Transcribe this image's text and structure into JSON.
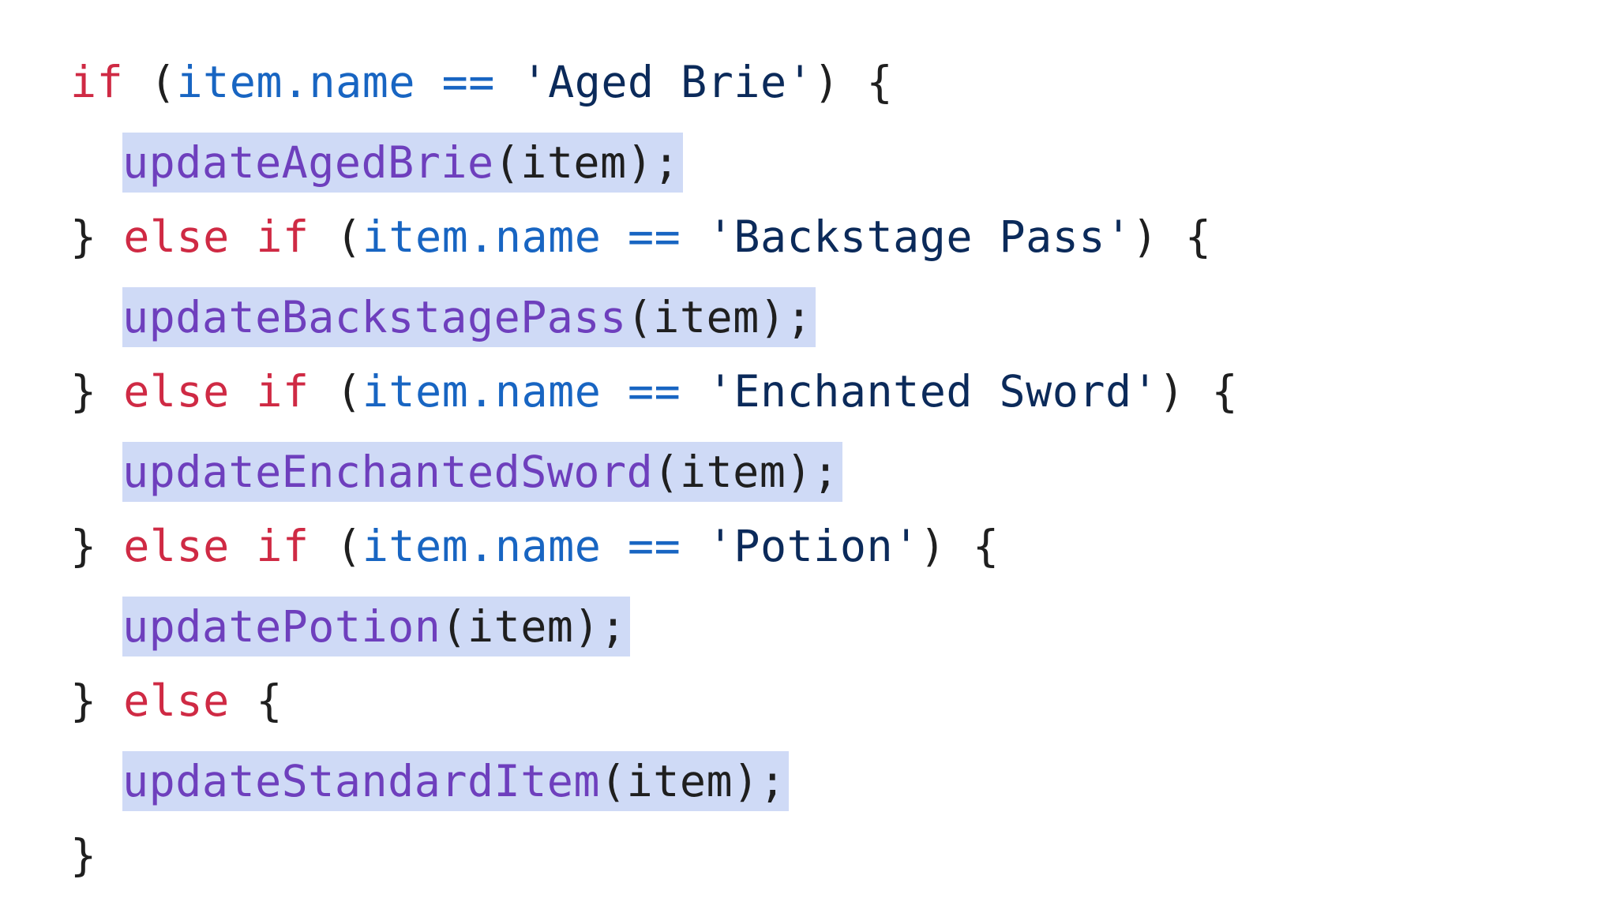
{
  "code": {
    "kw_if": "if",
    "kw_else": "else",
    "open_paren": "(",
    "close_paren": ")",
    "open_brace": "{",
    "close_brace": "}",
    "prop": "item.name",
    "op": "==",
    "arg": "(item);",
    "branches": [
      {
        "str": "'Aged Brie'",
        "fn": "updateAgedBrie"
      },
      {
        "str": "'Backstage Pass'",
        "fn": "updateBackstagePass"
      },
      {
        "str": "'Enchanted Sword'",
        "fn": "updateEnchantedSword"
      },
      {
        "str": "'Potion'",
        "fn": "updatePotion"
      }
    ],
    "else_fn": "updateStandardItem"
  },
  "colors": {
    "keyword": "#cf2a44",
    "property": "#1865c2",
    "string": "#0b2a5a",
    "function": "#6e3fbd",
    "highlight": "#cfdaf6"
  }
}
